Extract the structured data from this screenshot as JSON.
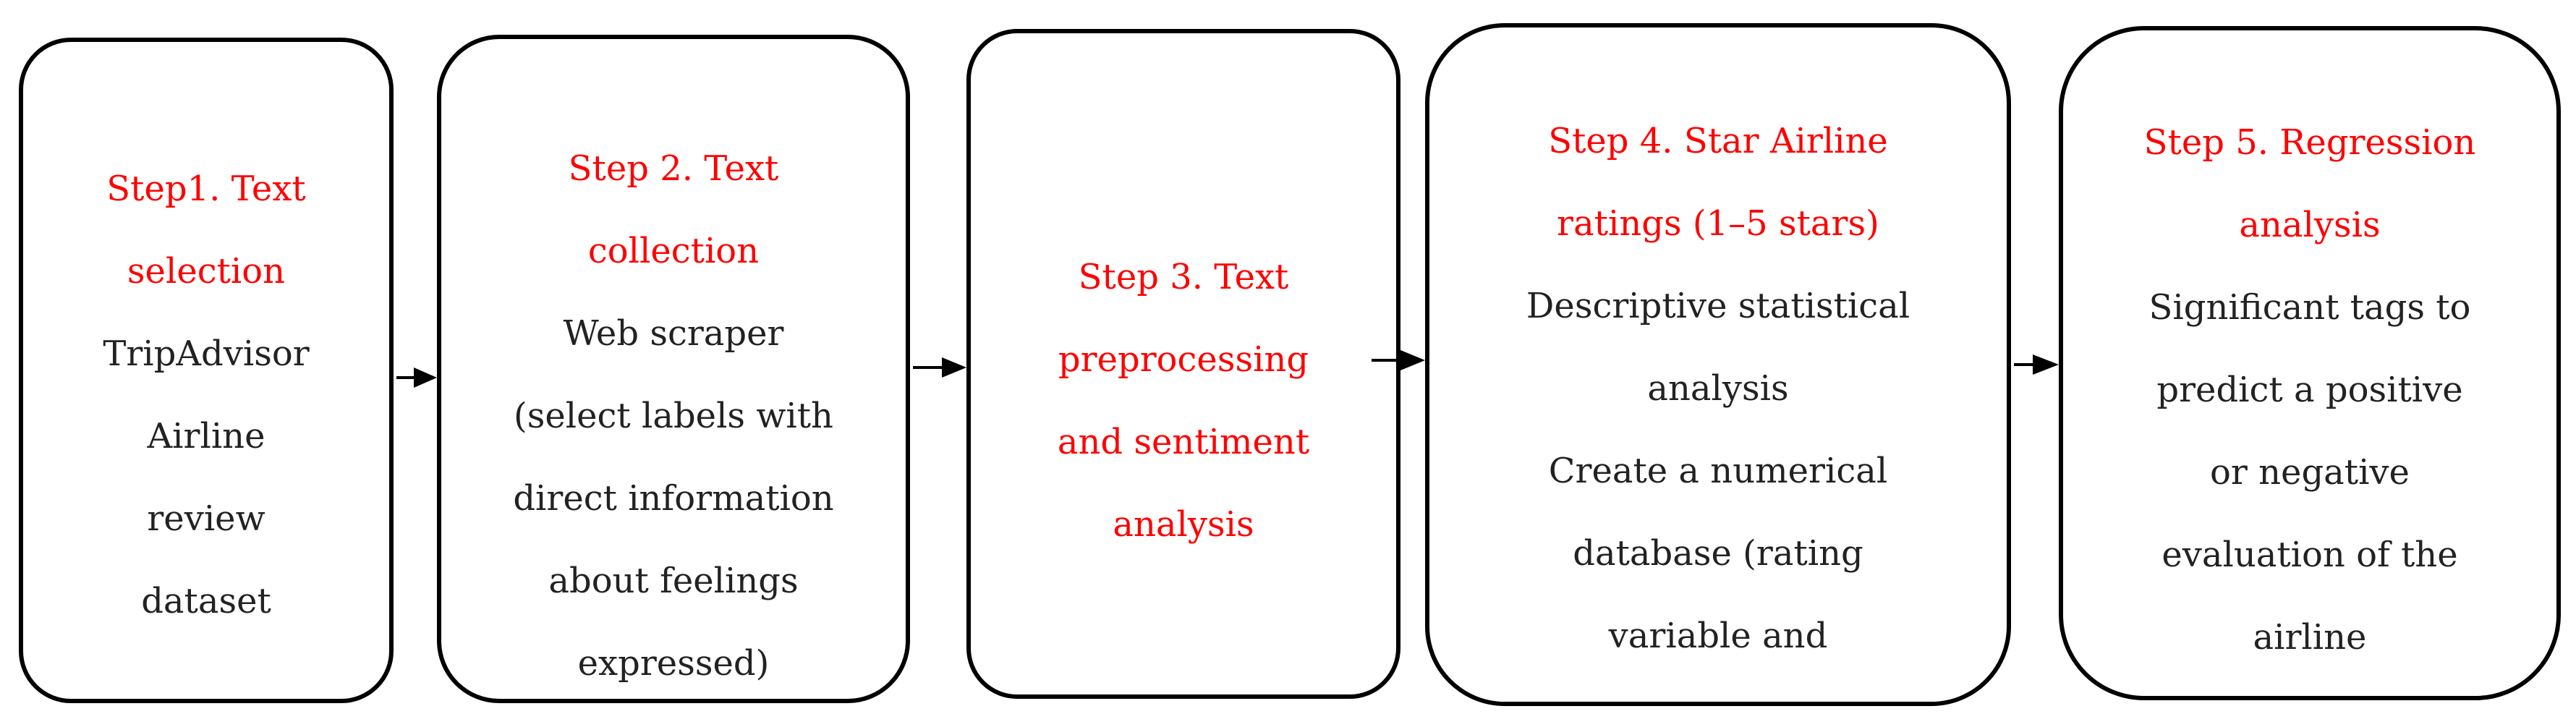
{
  "steps": [
    {
      "title_lines": [
        "Step1. Text",
        "selection"
      ],
      "body_lines": [
        "TripAdvisor",
        "Airline",
        "review",
        "dataset"
      ]
    },
    {
      "title_lines": [
        "Step 2. Text",
        "collection"
      ],
      "body_lines": [
        "Web scraper",
        "(select labels with",
        "direct information",
        "about feelings",
        "expressed)"
      ]
    },
    {
      "title_lines": [
        "Step 3. Text",
        "preprocessing",
        "and sentiment",
        "analysis"
      ],
      "body_lines": []
    },
    {
      "title_lines": [
        "Step 4. Star Airline",
        "ratings (1–5 stars)"
      ],
      "body_lines": [
        "Descriptive statistical",
        "analysis",
        "Create a numerical",
        "database (rating",
        "variable and"
      ]
    },
    {
      "title_lines": [
        "Step 5. Regression",
        "analysis"
      ],
      "body_lines": [
        "Significant tags to",
        "predict a positive",
        "or negative",
        "evaluation of the",
        "airline"
      ]
    }
  ],
  "colors": {
    "title": "#ff0000",
    "body": "#222222",
    "border": "#000000"
  }
}
